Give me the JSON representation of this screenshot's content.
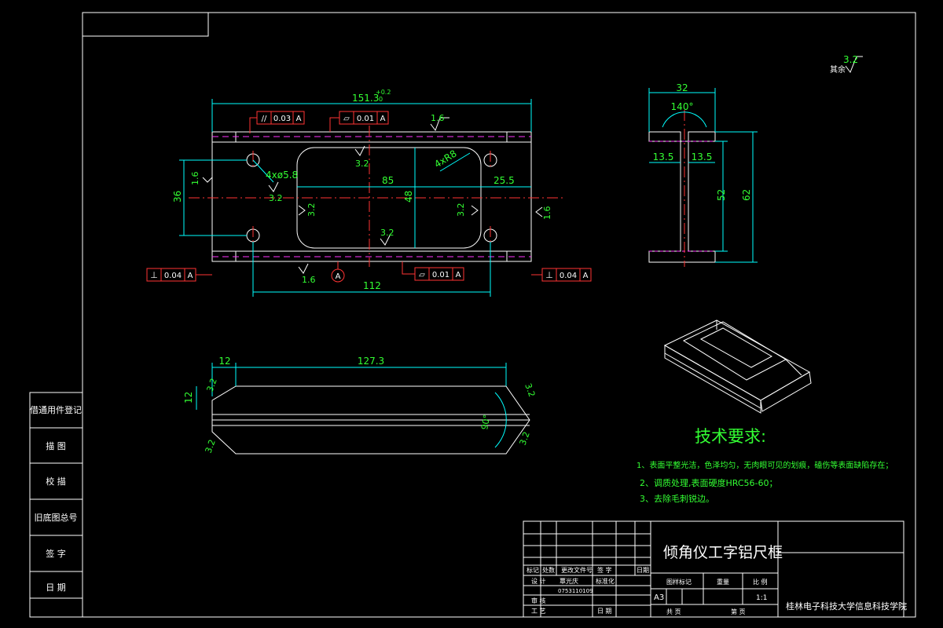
{
  "title_block": {
    "part_name": "倾角仪工字铝尺框",
    "school": "桂林电子科技大学信息科技学院",
    "sheet_size": "A3",
    "scale_value": "1:1",
    "labels": {
      "mark": "标记",
      "count": "处数",
      "change_doc": "更改文件号",
      "sign": "签 字",
      "date": "日期",
      "design": "设 计",
      "designer": "覃光庆",
      "standardization": "标准化",
      "student_no": "0753110109",
      "review": "审 核",
      "process": "工 艺",
      "approve": "日 期",
      "drawing_mark": "图样标记",
      "weight": "重量",
      "scale": "比 例",
      "total": "共    页",
      "page": "第    页"
    }
  },
  "side_labels": [
    "借通用件登记",
    "描 图",
    "校 描",
    "旧底图总号",
    "签 字",
    "日 期"
  ],
  "tech": {
    "title": "技术要求:",
    "items": [
      "1、表面平整光洁，色泽均匀，无肉眼可见的划痕，磕伤等表面缺陷存在；",
      "2、调质处理,表面硬度HRC56-60；",
      "3、去除毛刺锐边。"
    ]
  },
  "other_label": "其余",
  "dims": {
    "top_overall": "151.3",
    "tol_upper": "+0.2",
    "tol_lower": "0",
    "hole_pitch": "112",
    "window_width": "85",
    "edge_to_window": "25.5",
    "window_height": "48",
    "hole_rows": "36",
    "holes": "4xø5.8",
    "corner_radius": "4xR8",
    "profile_width": "32",
    "profile_angle": "140°",
    "flange_left": "13.5",
    "flange_right": "13.5",
    "inner_height": "52",
    "overall_height": "62",
    "bevel_length": "12",
    "main_length": "127.3",
    "thickness": "12",
    "bevel_angle": "90°"
  },
  "roughness": [
    "3.2",
    "1.6",
    "3.2",
    "3.2",
    "3.2",
    "3.2",
    "1.6",
    "1.6",
    "1.6",
    "3.2",
    "3.2",
    "3.2",
    "3.2"
  ],
  "tolerance_frames": [
    {
      "symbol": "//",
      "value": "0.03",
      "datum": "A"
    },
    {
      "symbol": "▱",
      "value": "0.01",
      "datum": "A"
    },
    {
      "symbol": "▱",
      "value": "0.01",
      "datum": "A"
    },
    {
      "symbol": "⊥",
      "value": "0.04",
      "datum": "A"
    },
    {
      "symbol": "⊥",
      "value": "0.04",
      "datum": "A"
    }
  ],
  "datum": "A"
}
